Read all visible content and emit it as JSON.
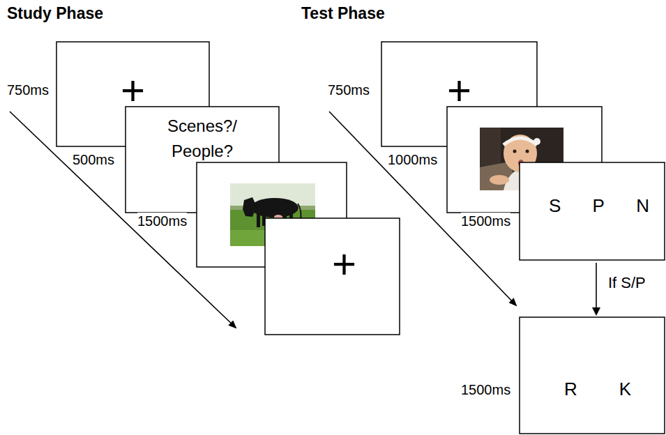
{
  "diagram": {
    "nodes": [
      {
        "text": [
          "+"
        ]
      },
      {
        "text": [
          "Scenes?/ People?"
        ]
      },
      {
        "text": [
          "+"
        ]
      },
      {
        "text": [
          "+"
        ]
      },
      {
        "text": [
          "S",
          "P",
          "N"
        ]
      },
      {
        "text": [
          "R",
          "K"
        ]
      }
    ],
    "edges": [
      {
        "from": 4,
        "to": 5,
        "arrow": "to",
        "label": "If S/P"
      }
    ],
    "labels": [
      "Study Phase",
      "Test Phase",
      "750ms",
      "500ms",
      "1500ms",
      "750ms",
      "1000ms",
      "1500ms",
      "1500ms"
    ]
  }
}
